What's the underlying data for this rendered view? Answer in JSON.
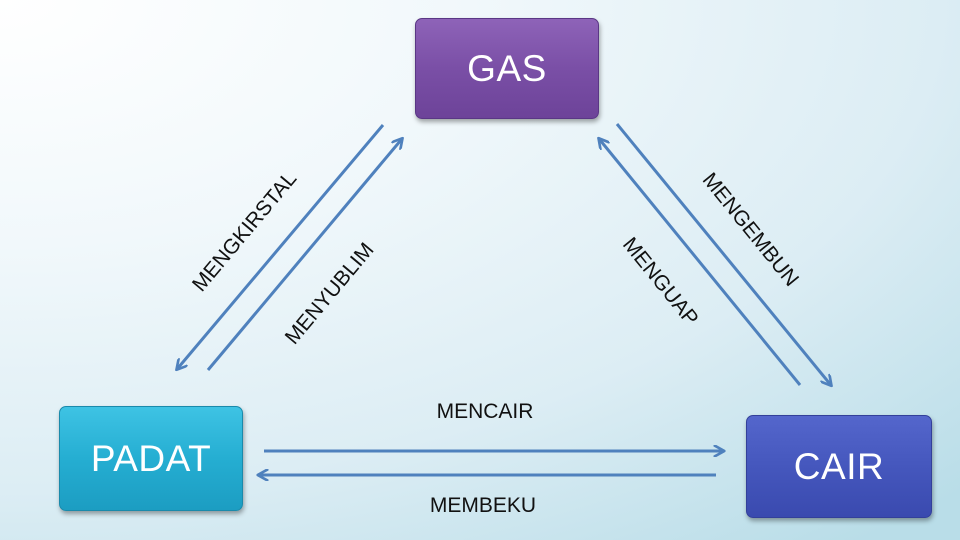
{
  "diagram": {
    "title": "Perubahan Wujud Zat",
    "nodes": {
      "gas": {
        "label": "GAS",
        "color": "#7a4fa6"
      },
      "padat": {
        "label": "PADAT",
        "color": "#25aed2"
      },
      "cair": {
        "label": "CAIR",
        "color": "#4557bd"
      }
    },
    "edges": [
      {
        "id": "mengkirstal",
        "label": "MENGKIRSTAL",
        "from": "GAS",
        "to": "PADAT"
      },
      {
        "id": "menyublim",
        "label": "MENYUBLIM",
        "from": "PADAT",
        "to": "GAS"
      },
      {
        "id": "mengembun",
        "label": "MENGEMBUN",
        "from": "GAS",
        "to": "CAIR"
      },
      {
        "id": "menguap",
        "label": "MENGUAP",
        "from": "CAIR",
        "to": "GAS"
      },
      {
        "id": "mencair",
        "label": "MENCAIR",
        "from": "PADAT",
        "to": "CAIR"
      },
      {
        "id": "membeku",
        "label": "MEMBEKU",
        "from": "CAIR",
        "to": "PADAT"
      }
    ],
    "arrow_color": "#4f81bd"
  }
}
